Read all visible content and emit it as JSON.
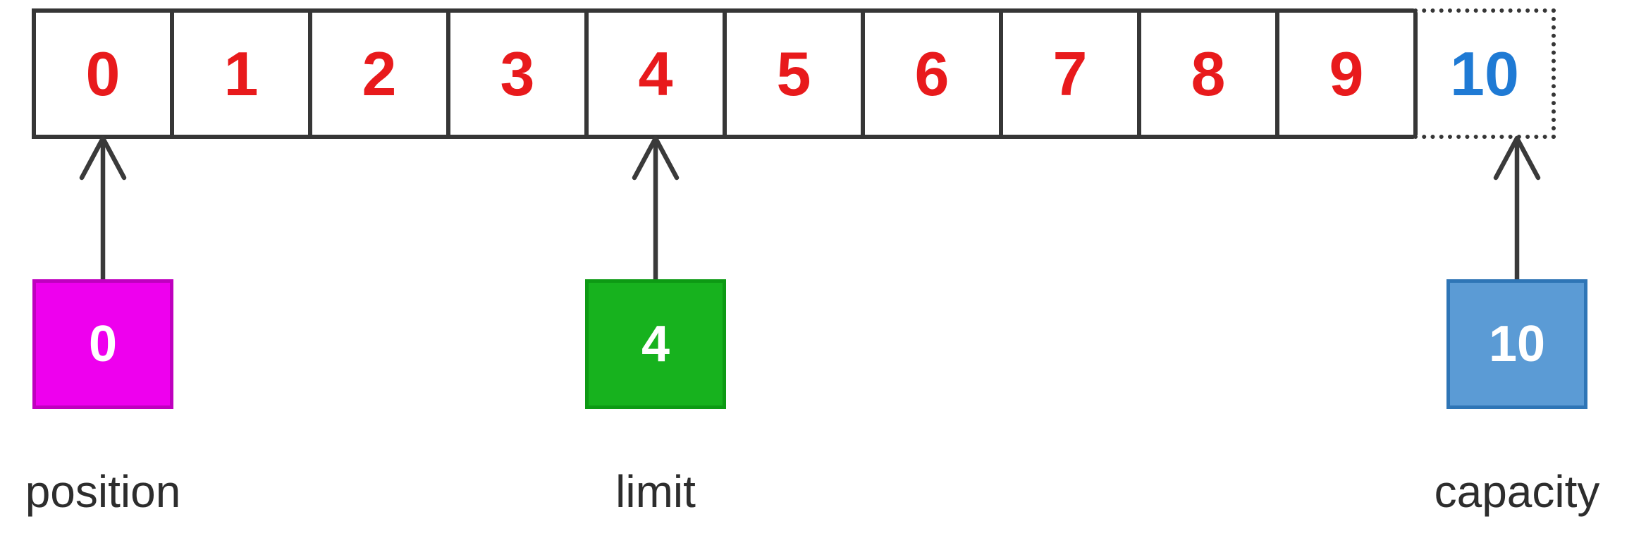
{
  "array": {
    "cells": [
      {
        "value": "0",
        "style": "solid"
      },
      {
        "value": "1",
        "style": "solid"
      },
      {
        "value": "2",
        "style": "solid"
      },
      {
        "value": "3",
        "style": "solid"
      },
      {
        "value": "4",
        "style": "solid"
      },
      {
        "value": "5",
        "style": "solid"
      },
      {
        "value": "6",
        "style": "solid"
      },
      {
        "value": "7",
        "style": "solid"
      },
      {
        "value": "8",
        "style": "solid"
      },
      {
        "value": "9",
        "style": "solid"
      },
      {
        "value": "10",
        "style": "dotted"
      }
    ]
  },
  "pointers": {
    "position": {
      "value": "0",
      "label": "position"
    },
    "limit": {
      "value": "4",
      "label": "limit"
    },
    "capacity": {
      "value": "10",
      "label": "capacity"
    }
  },
  "icons": {
    "arrow": "up-arrow-icon"
  },
  "colors": {
    "page-bg": "#ffffff",
    "cell-bg": "#ffffff",
    "cell-border": "#363636",
    "cell-number": "#e81a1c",
    "capacity-number": "#1f7ad4",
    "arrow": "#3a3a3a",
    "box-number": "#ffffff",
    "position-fill": "#ee00ee",
    "position-border": "#bf00bf",
    "limit-fill": "#17b21e",
    "limit-border": "#0d9a14",
    "capacity-fill": "#5b9bd5",
    "capacity-border": "#2e75b6",
    "label-text": "#2d2d2d"
  }
}
